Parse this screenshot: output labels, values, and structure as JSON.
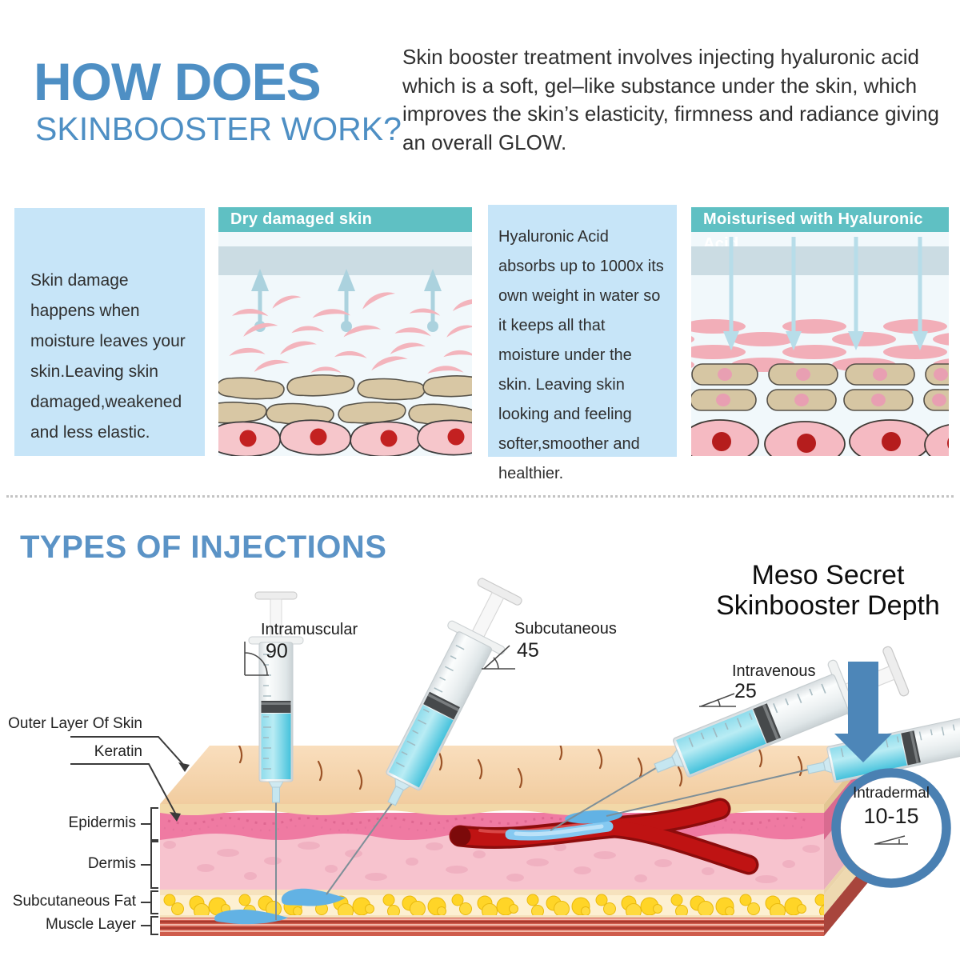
{
  "header": {
    "title_line1": "HOW DOES",
    "title_line2": "SKINBOOSTER WORK?",
    "intro": "Skin booster treatment involves injecting hyaluronic acid which is a soft, gel–like substance under the skin, which improves the skin’s elasticity, firmness and radiance giving an overall GLOW."
  },
  "comparison": {
    "damage_note": "Skin damage happens when moisture leaves your skin.Leaving skin damaged,weakened and less elastic.",
    "dry_title": "Dry damaged skin",
    "hyaluronic_note": "Hyaluronic Acid absorbs up to 1000x its own weight in water so it keeps all that moisture under the skin. Leaving skin looking and feeling softer,smoother and healthier.",
    "moist_title": "Moisturised with Hyaluronic Acid"
  },
  "injections": {
    "heading": "TYPES OF INJECTIONS",
    "brand_line1": "Meso Secret",
    "brand_line2": "Skinbooster Depth",
    "intramuscular": {
      "label": "Intramuscular",
      "angle": "90"
    },
    "subcutaneous": {
      "label": "Subcutaneous",
      "angle": "45"
    },
    "intravenous": {
      "label": "Intravenous",
      "angle": "25"
    },
    "intradermal": {
      "label": "Intradermal",
      "angle": "10-15"
    },
    "layers": {
      "outer": "Outer Layer Of Skin",
      "keratin": "Keratin",
      "epidermis": "Epidermis",
      "dermis": "Dermis",
      "fat": "Subcutaneous Fat",
      "muscle": "Muscle Layer"
    }
  },
  "colors": {
    "heading_blue": "#4e8fc4",
    "note_bg": "#c7e5f8",
    "panel_teal": "#5fc0c3",
    "depth_blue": "#4a80b2",
    "droplet_blue": "#62b2e4"
  }
}
